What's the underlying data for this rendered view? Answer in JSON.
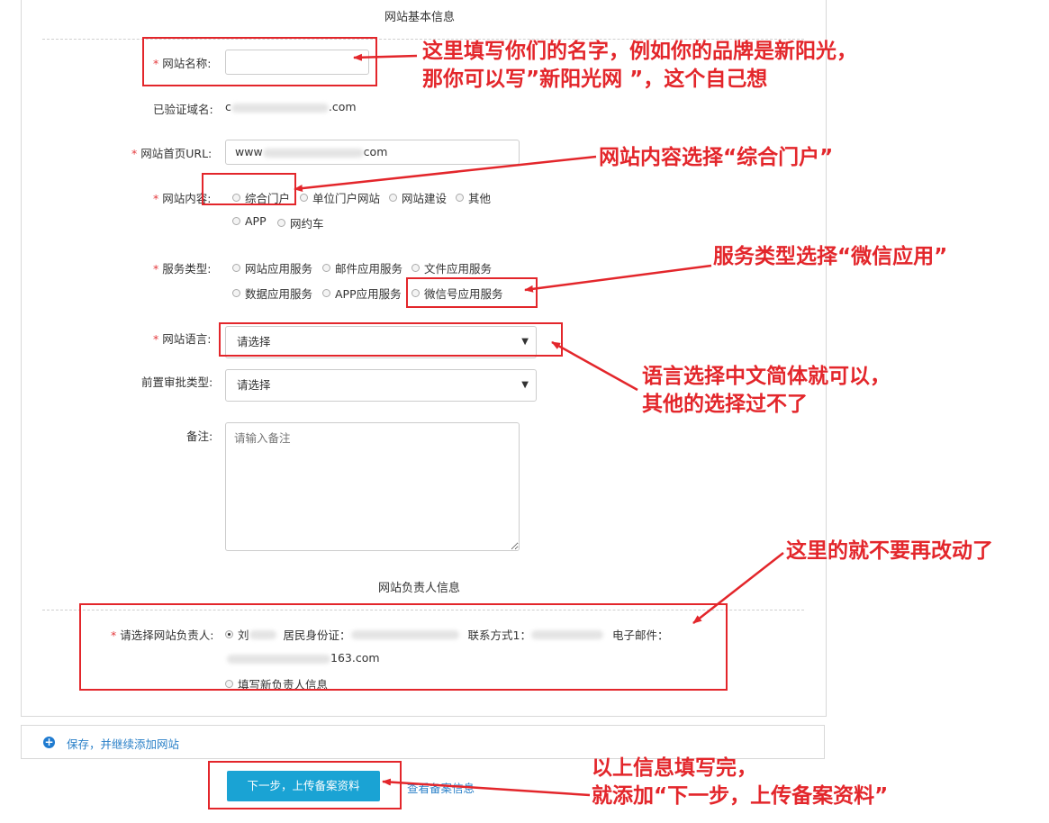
{
  "sections": {
    "basic_info_title": "网站基本信息",
    "owner_info_title": "网站负责人信息"
  },
  "form": {
    "site_name": {
      "label": "网站名称:",
      "value": ""
    },
    "verified_domain": {
      "label": "已验证域名:",
      "value_prefix": "c",
      "value_suffix": ".com"
    },
    "homepage_url": {
      "label": "网站首页URL:",
      "value_prefix": "www",
      "value_suffix": "com"
    },
    "site_content": {
      "label": "网站内容:",
      "options": [
        "综合门户",
        "单位门户网站",
        "网站建设",
        "其他",
        "APP",
        "网约车"
      ]
    },
    "service_type": {
      "label": "服务类型:",
      "options": [
        "网站应用服务",
        "邮件应用服务",
        "文件应用服务",
        "数据应用服务",
        "APP应用服务",
        "微信号应用服务"
      ]
    },
    "site_language": {
      "label": "网站语言:",
      "selected": "请选择"
    },
    "pre_approval_type": {
      "label": "前置审批类型:",
      "selected": "请选择"
    },
    "remark": {
      "label": "备注:",
      "placeholder": "请输入备注"
    },
    "owner": {
      "label": "请选择网站负责人:",
      "name_first": "刘",
      "id_label": "居民身份证：",
      "contact_label": "联系方式1：",
      "email_label": "电子邮件：",
      "email_suffix": "163.com",
      "new_owner": "填写新负责人信息"
    }
  },
  "actions": {
    "save_continue": "保存，并继续添加网站",
    "next_step": "下一步，上传备案资料",
    "view_record": "查看备案信息"
  },
  "annotations": {
    "site_name_note": [
      "这里填写你们的名字，例如你的品牌是新阳光，",
      "那你可以写”新阳光网 ”，这个自己想"
    ],
    "content_note": "网站内容选择“综合门户”",
    "service_note": "服务类型选择“微信应用”",
    "language_note": [
      "语言选择中文简体就可以，",
      "其他的选择过不了"
    ],
    "owner_note": "这里的就不要再改动了",
    "next_note": [
      "以上信息填写完，",
      "就添加“下一步，上传备案资料”"
    ]
  },
  "colors": {
    "annotation_red": "#e3262b",
    "primary_button": "#1aa3d4",
    "link": "#2a80c8"
  }
}
